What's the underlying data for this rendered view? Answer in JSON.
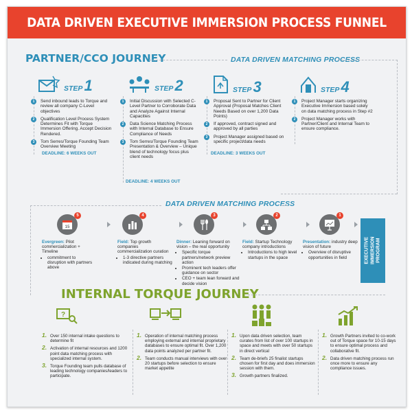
{
  "title": "DATA DRIVEN EXECUTIVE IMMERSION PROCESS FUNNEL",
  "partner": {
    "heading": "PARTNER/CCO JOURNEY",
    "subheading": "DATA DRIVEN MATCHING PROCESS",
    "step_word": "STEP",
    "steps": [
      {
        "num": "1",
        "items": [
          "Send inbound leads to Torque and review all  company C-Level objectives",
          "Qualification Level Process System Determines Fit with Torque Immersion Offering. Accept Decision Rendered.",
          "Tom Serres/Torque Founding Team Overview Meeting"
        ],
        "deadline": "DEADLINE: 6 WEEKS OUT"
      },
      {
        "num": "2",
        "items": [
          "Initial Discussion with Selected C-Level Partner to Corroborate Data and Analyze Against Internal Capacities",
          "Data Science Matching Process with Internal Database to Ensure Compliance of Needs",
          "Tom Serres/Torque Founding Team Presentation & Overview – Unique blend of technology focus plus client needs"
        ],
        "deadline": "DEADLINE: 4 WEEKS OUT"
      },
      {
        "num": "3",
        "items": [
          "Proposal Sent to Partner for Client Approval (Proposal Matches Client Needs Based on over 1,200 Data Points)",
          "If approved, contract signed and approved by all parties",
          "Project Manager assigned based on specific project/data needs"
        ],
        "deadline": "DEADLINE: 3 WEEKS OUT"
      },
      {
        "num": "4",
        "items": [
          "Project Manager starts organizing Executive Immersion based solely on data matching process in Step #2",
          "Project Manager works with Partner/Client and Internal Team to ensure compliance."
        ],
        "deadline": ""
      }
    ]
  },
  "matching": {
    "subheading": "DATA DRIVEN MATCHING PROCESS",
    "stages": [
      {
        "badge": "5",
        "label": "Evergreen:",
        "text": "Pilot commercialization + Timeline",
        "bullets": [
          "commitment to disruption with partners above"
        ]
      },
      {
        "badge": "4",
        "label": "Field:",
        "text": "Top growth companies commercialization curation",
        "bullets": [
          "1-3 directive partners indicated during matching"
        ]
      },
      {
        "badge": "3",
        "label": "Dinner:",
        "text": "Leaning forward on vision – the real opportunity",
        "bullets": [
          "Specific torque partners/network preview action",
          "Prominent tech leaders offer guidance on sector",
          "CEO + team lean forward and decide vision"
        ]
      },
      {
        "badge": "2",
        "label": "Field:",
        "text": "Startup Technology company introductions",
        "bullets": [
          "Introductions to high level startups in the space"
        ]
      },
      {
        "badge": "1",
        "label": "Presentation:",
        "text": "industry deep vision of future",
        "bullets": [
          "Overview of disruptive opportunities in field"
        ]
      }
    ],
    "calendar_day": "15",
    "exec_box": [
      "EXECUTIVE",
      "IMMERSION",
      "PROGRAM"
    ]
  },
  "internal": {
    "heading": "INTERNAL TORQUE JOURNEY",
    "columns": [
      {
        "items": [
          {
            "n": "1.",
            "text": "Over 150 internal intake questions to determine fit"
          },
          {
            "n": "2.",
            "text": "Activation of internal resources and 1200 point data matching process with specialized internal system."
          },
          {
            "n": "3.",
            "text": "Torque Founding team pulls database of leading technology companies/leaders to participate."
          }
        ]
      },
      {
        "items": [
          {
            "n": "1.",
            "text": "Operation of internal matching process employing external and internal proprietary databases to ensure optimal fit. Over 1,200 data points analyzed per  partner fit."
          },
          {
            "n": "2.",
            "text": "Team conducts manual interviews with over 20 startups before selection to ensure market appetite"
          }
        ]
      },
      {
        "items": [
          {
            "n": "1.",
            "text": "Upon data driven selection, team curates from list of over 100 startups in space and meets with over 50 startups in direct vertical"
          },
          {
            "n": "2.",
            "text": "Team de-briefs 25 finalist startups chosen for first day and does immersion session with them."
          },
          {
            "n": "3.",
            "text": "Growth partners finalized."
          }
        ]
      },
      {
        "items": [
          {
            "n": "1.",
            "text": "Growth Partners invited to co-work out of Torque space for 10-15 days to ensure optimal process and collaborative fit."
          },
          {
            "n": "2.",
            "text": "Data driven matching process run once more to ensure any compliance issues."
          }
        ]
      }
    ]
  },
  "colors": {
    "red": "#e8432d",
    "blue": "#2e8fb8",
    "green": "#7ea32d",
    "gray": "#6d6f71"
  }
}
